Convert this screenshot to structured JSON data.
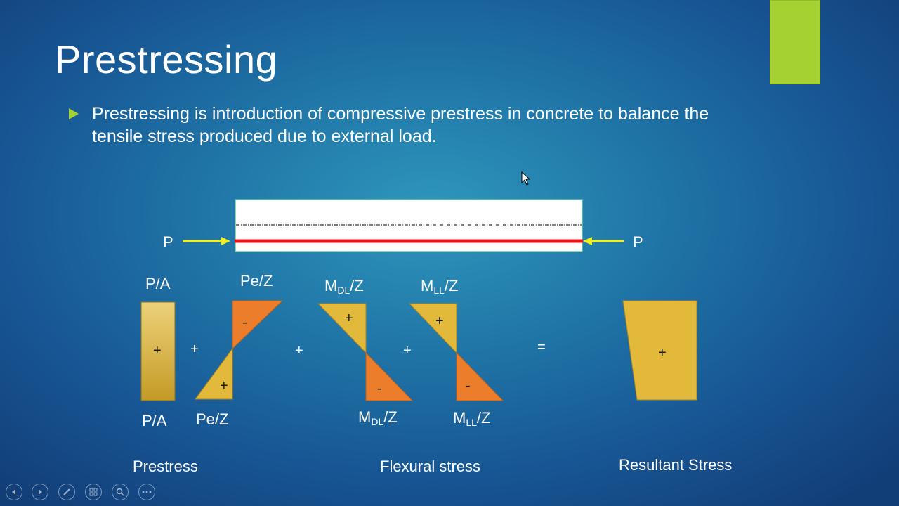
{
  "slide": {
    "title": "Prestressing",
    "bullet": "Prestressing is introduction of compressive prestress in concrete to balance the tensile stress produced due to external load."
  },
  "beam": {
    "force_left": "P",
    "force_right": "P"
  },
  "diagrams": {
    "pa_top": "P/A",
    "pa_bottom": "P/A",
    "pez_top": "Pe/Z",
    "pez_bottom": "Pe/Z",
    "mdl_top": {
      "m": "M",
      "sub": "DL",
      "rest": "/Z"
    },
    "mdl_bottom": {
      "m": "M",
      "sub": "DL",
      "rest": "/Z"
    },
    "mll_top": {
      "m": "M",
      "sub": "LL",
      "rest": "/Z"
    },
    "mll_bottom": {
      "m": "M",
      "sub": "LL",
      "rest": "/Z"
    },
    "plus": "+",
    "minus": "-",
    "equals": "="
  },
  "captions": {
    "prestress": "Prestress",
    "flexural": "Flexural stress",
    "resultant": "Resultant Stress"
  },
  "colors": {
    "accent": "#a6d132",
    "yellow": "#e2b93b",
    "orange": "#ec7d2a",
    "tendon": "#e8141a",
    "force_arrow": "#f2ef1c"
  },
  "nav_icons": [
    "previous-icon",
    "next-icon",
    "pen-icon",
    "slides-grid-icon",
    "zoom-icon",
    "more-icon"
  ]
}
